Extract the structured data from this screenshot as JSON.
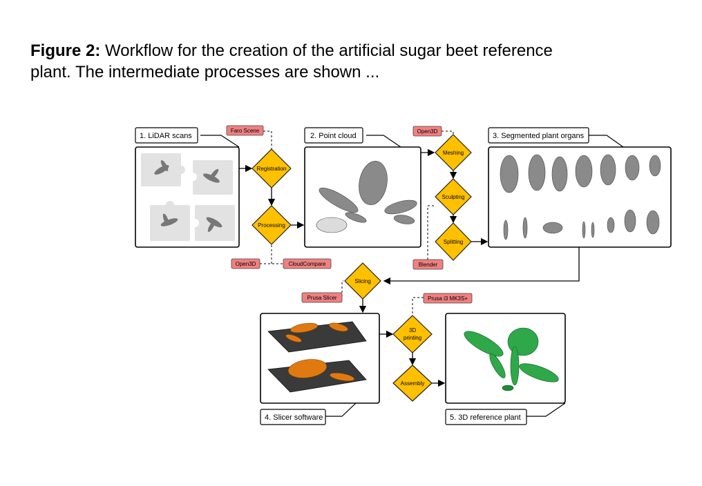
{
  "caption": {
    "label": "Figure 2:",
    "text": " Workflow for the creation of the artificial sugar beet reference plant. The intermediate processes are shown ..."
  },
  "steps": {
    "lidar": "1. LiDAR scans",
    "pointcloud": "2. Point cloud",
    "segmented": "3. Segmented plant organs",
    "slicer": "4. Slicer software",
    "reference": "5. 3D reference plant"
  },
  "processes": {
    "registration": "Registration",
    "processing": "Processing",
    "meshing": "Meshing",
    "sculpting": "Sculpting",
    "splitting": "Splitting",
    "slicing": "Slicing",
    "printing_1": "3D",
    "printing_2": "printing",
    "assembly": "Assembly"
  },
  "tools": {
    "faro": "Faro Scene",
    "open3d_1": "Open3D",
    "cloudcompare": "CloudCompare",
    "open3d_2": "Open3D",
    "blender": "Blender",
    "prusa_slicer": "Prusa Slicer",
    "prusa_printer": "Prusa i3 MK3S+"
  },
  "colors": {
    "process": "#ffc000",
    "tool": "#f08080",
    "print_orange": "#e07a10",
    "reference_green": "#2fa84a"
  }
}
